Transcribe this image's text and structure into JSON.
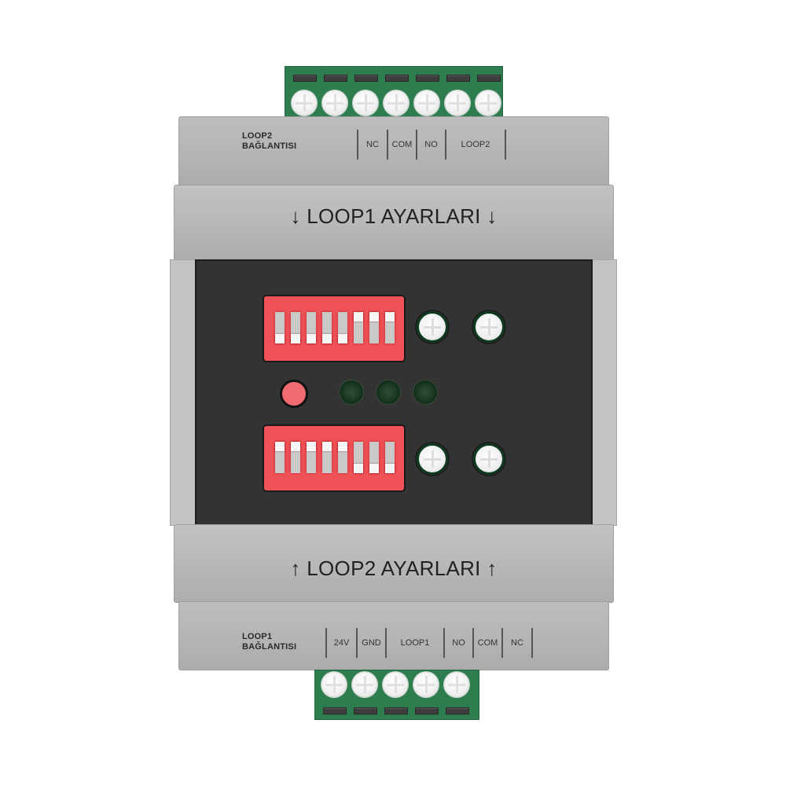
{
  "device": {
    "colors": {
      "housing": "#b7b7b7",
      "panel": "#333333",
      "connector": "#2e7d4f",
      "dip_switch": "#ef5257",
      "led_red": "#ef6b6f",
      "led_green_off": "#1f3b25"
    },
    "top_connector": {
      "screw_count": 7
    },
    "top_plate": {
      "title_line1": "LOOP2",
      "title_line2": "BAĞLANTISI",
      "terminals": [
        "NC",
        "COM",
        "NO",
        "LOOP2"
      ]
    },
    "upper_step": {
      "arrow_left": "↓",
      "label": "LOOP1 AYARLARI",
      "arrow_right": "↓"
    },
    "panel": {
      "dip_switch_loop1": {
        "positions": [
          "down",
          "down",
          "down",
          "down",
          "down",
          "up",
          "up",
          "up"
        ]
      },
      "dip_switch_loop2": {
        "positions": [
          "up",
          "up",
          "up",
          "up",
          "up",
          "down",
          "down",
          "down"
        ]
      },
      "leds": [
        {
          "name": "red",
          "state": "on"
        },
        {
          "name": "green-1",
          "state": "off"
        },
        {
          "name": "green-2",
          "state": "off"
        },
        {
          "name": "green-3",
          "state": "off"
        }
      ]
    },
    "lower_step": {
      "arrow_left": "↑",
      "label": "LOOP2 AYARLARI",
      "arrow_right": "↑"
    },
    "bottom_plate": {
      "title_line1": "LOOP1",
      "title_line2": "BAĞLANTISI",
      "terminals": [
        "24V",
        "GND",
        "LOOP1",
        "NO",
        "COM",
        "NC"
      ]
    },
    "bottom_connector": {
      "screw_count": 5
    }
  }
}
